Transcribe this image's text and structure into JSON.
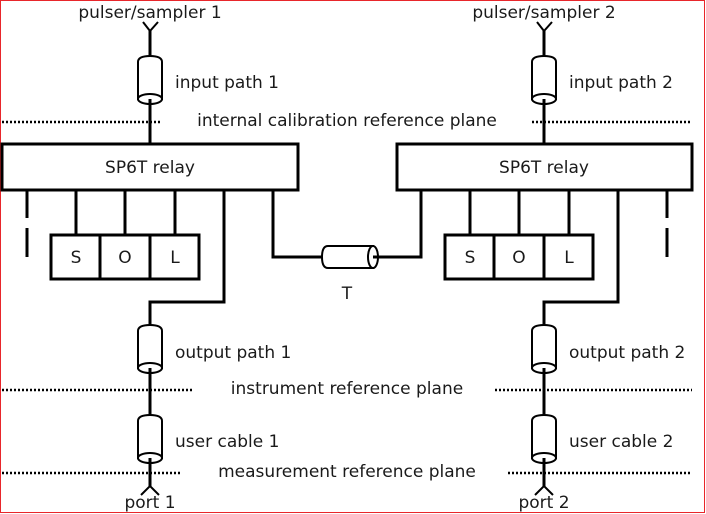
{
  "diagram": {
    "sources": [
      {
        "label": "pulser/sampler 1"
      },
      {
        "label": "pulser/sampler 2"
      }
    ],
    "input_paths": [
      {
        "label": "input path 1"
      },
      {
        "label": "input path 2"
      }
    ],
    "reference_planes": {
      "internal": "internal calibration reference plane",
      "instrument": "instrument reference plane",
      "measurement": "measurement reference plane"
    },
    "relays": [
      {
        "label": "SP6T relay"
      },
      {
        "label": "SP6T relay"
      }
    ],
    "standards": [
      {
        "short": "S"
      },
      {
        "short": "O"
      },
      {
        "short": "L"
      }
    ],
    "thru": {
      "label": "T"
    },
    "output_paths": [
      {
        "label": "output path 1"
      },
      {
        "label": "output path 2"
      }
    ],
    "user_cables": [
      {
        "label": "user cable 1"
      },
      {
        "label": "user cable 2"
      }
    ],
    "ports": [
      {
        "label": "port 1"
      },
      {
        "label": "port 2"
      }
    ],
    "colors": {
      "frame": "#e8262b",
      "line": "#000000"
    }
  }
}
